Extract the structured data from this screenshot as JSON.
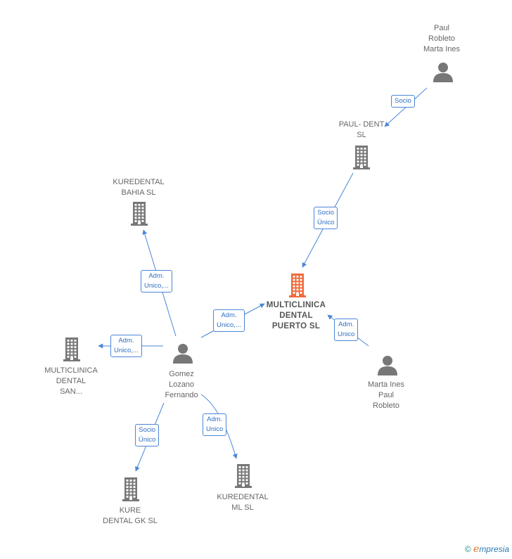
{
  "nodes": {
    "main": {
      "lines": [
        "MULTICLINICA",
        "DENTAL",
        "PUERTO  SL"
      ],
      "type": "company",
      "color": "#f06a3a"
    },
    "paul_dent": {
      "lines": [
        "PAUL- DENT",
        "SL"
      ],
      "type": "company",
      "color": "#777777"
    },
    "kuredental_bahia": {
      "lines": [
        "KUREDENTAL",
        "BAHIA SL"
      ],
      "type": "company",
      "color": "#777777"
    },
    "multiclinica_san": {
      "lines": [
        "MULTICLINICA",
        "DENTAL",
        "SAN..."
      ],
      "type": "company",
      "color": "#777777"
    },
    "kure_dental_gk": {
      "lines": [
        "KURE",
        "DENTAL GK  SL"
      ],
      "type": "company",
      "color": "#777777"
    },
    "kuredental_ml": {
      "lines": [
        "KUREDENTAL",
        "ML SL"
      ],
      "type": "company",
      "color": "#777777"
    },
    "paul_robleto": {
      "lines": [
        "Paul",
        "Robleto",
        "Marta Ines"
      ],
      "type": "person",
      "color": "#777777"
    },
    "marta_ines": {
      "lines": [
        "Marta Ines",
        "Paul",
        "Robleto"
      ],
      "type": "person",
      "color": "#777777"
    },
    "gomez_lozano": {
      "lines": [
        "Gomez",
        "Lozano",
        "Fernando"
      ],
      "type": "person",
      "color": "#777777"
    }
  },
  "edges": [
    {
      "label": [
        "Socio"
      ]
    },
    {
      "label": [
        "Socio",
        "Único"
      ]
    },
    {
      "label": [
        "Adm.",
        "Unico"
      ]
    },
    {
      "label": [
        "Adm.",
        "Unico,..."
      ]
    },
    {
      "label": [
        "Adm.",
        "Unico,..."
      ]
    },
    {
      "label": [
        "Adm.",
        "Unico,..."
      ]
    },
    {
      "label": [
        "Socio",
        "Único"
      ]
    },
    {
      "label": [
        "Adm.",
        "Unico"
      ]
    }
  ],
  "footer": {
    "copyright": "©",
    "brand_initial": "e",
    "brand_rest": "mpresia"
  },
  "colors": {
    "edge": "#4a86d8",
    "edge_text": "#2f6fc4",
    "highlight": "#f06a3a",
    "icon": "#777777"
  }
}
